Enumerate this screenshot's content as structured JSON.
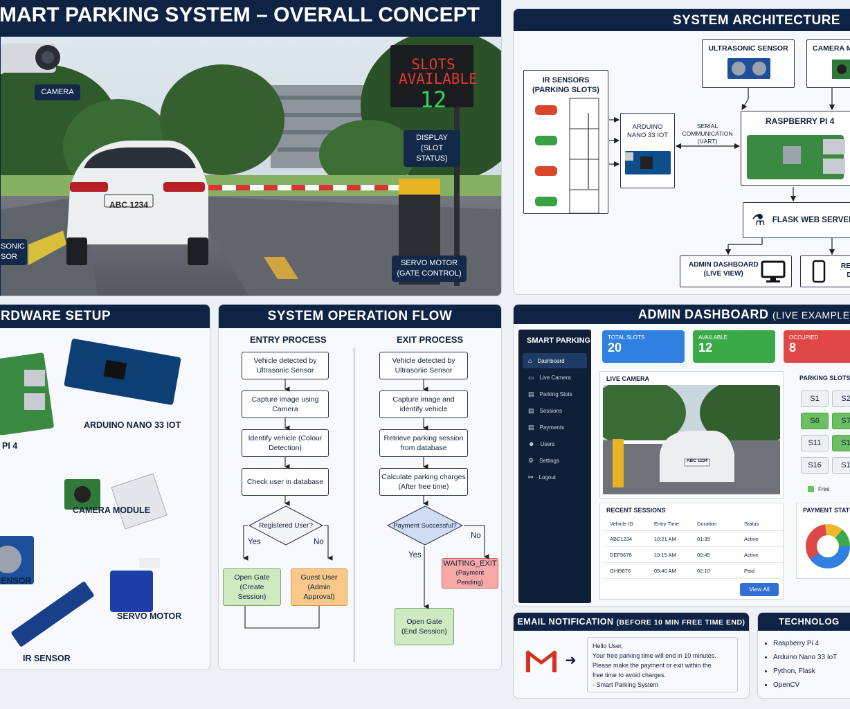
{
  "concept": {
    "title": "MART PARKING SYSTEM – OVERALL CONCEPT",
    "camera": "CAMERA",
    "display_line1": "DISPLAY",
    "display_line2": "(SLOT STATUS)",
    "sign_line1": "SLOTS",
    "sign_line2": "AVAILABLE",
    "sign_count": "12",
    "plate": "ABC 1234",
    "sensor_line1": "SONIC",
    "sensor_line2": "SOR",
    "servo_line1": "SERVO MOTOR",
    "servo_line2": "(GATE CONTROL)"
  },
  "architecture": {
    "title": "SYSTEM ARCHITECTURE",
    "ir_line1": "IR SENSORS",
    "ir_line2": "(PARKING SLOTS)",
    "ultrasonic": "ULTRASONIC SENSOR",
    "camera_mod": "CAMERA M",
    "arduino_line1": "ARDUINO",
    "arduino_line2": "NANO 33 IOT",
    "serial_line1": "SERIAL",
    "serial_line2": "COMMUNICATION",
    "serial_line3": "(UART)",
    "rpi": "RASPBERRY PI 4",
    "flask": "FLASK WEB SERVER",
    "admin_line1": "ADMIN DASHBOARD",
    "admin_line2": "(LIVE VIEW)",
    "regis_line1": "REGIS",
    "regis_line2": "DA"
  },
  "hardware": {
    "title": "RDWARE SETUP",
    "arduino": "ARDUINO NANO 33 IOT",
    "pi": "PI 4",
    "camera": "CAMERA MODULE",
    "ensor": "ENSOR",
    "servo": "SERVO MOTOR",
    "ir": "IR SENSOR"
  },
  "flow": {
    "title": "SYSTEM OPERATION FLOW",
    "entry": {
      "title": "ENTRY PROCESS",
      "steps": [
        "Vehicle detected by Ultrasonic Sensor",
        "Capture image using Camera",
        "Identify vehicle (Colour Detection)",
        "Check user in database"
      ],
      "decision": "Registered User?",
      "yes": "Yes",
      "no": "No",
      "open_line1": "Open Gate",
      "open_line2": "(Create Session)",
      "guest_line1": "Guest User",
      "guest_line2": "(Admin Approval)"
    },
    "exit": {
      "title": "EXIT PROCESS",
      "steps": [
        "Vehicle detected by Ultrasonic Sensor",
        "Capture image and identify vehicle",
        "Retrieve parking session from database",
        "Calculate parking charges (After free time)"
      ],
      "decision": "Payment Successful?",
      "yes": "Yes",
      "no": "No",
      "wait_line1": "WAITING_EXIT",
      "wait_line2": "(Payment Pending)",
      "open_line1": "Open Gate",
      "open_line2": "(End Session)"
    }
  },
  "dashboard": {
    "title": "ADMIN DASHBOARD",
    "title_suffix": "(LIVE EXAMPLE)",
    "brand": "SMART PARKING",
    "nav": [
      {
        "label": "Dashboard",
        "icon": "home-icon"
      },
      {
        "label": "Live Camera",
        "icon": "camera-icon"
      },
      {
        "label": "Parking Slots",
        "icon": "slots-icon"
      },
      {
        "label": "Sessions",
        "icon": "sessions-icon"
      },
      {
        "label": "Payments",
        "icon": "payments-icon"
      },
      {
        "label": "Users",
        "icon": "users-icon"
      },
      {
        "label": "Settings",
        "icon": "gear-icon"
      },
      {
        "label": "Logout",
        "icon": "logout-icon"
      }
    ],
    "cards": [
      {
        "label": "TOTAL SLOTS",
        "value": "20",
        "color": "#2f80e0"
      },
      {
        "label": "AVAILABLE",
        "value": "12",
        "color": "#3aaa48"
      },
      {
        "label": "OCCUPIED",
        "value": "8",
        "color": "#e04848"
      }
    ],
    "live_camera": "LIVE CAMERA",
    "cam_plate": "ABC 1234",
    "slots_title": "PARKING SLOTS",
    "slots": [
      [
        "S1",
        "S2"
      ],
      [
        "S6",
        "S7"
      ],
      [
        "S11",
        "S1"
      ],
      [
        "S16",
        "S1"
      ]
    ],
    "free_label": "Free",
    "sessions_title": "RECENT SESSIONS",
    "columns": [
      "Vehicle ID",
      "Entry Time",
      "Duration",
      "Status"
    ],
    "rows": [
      [
        "ABC1234",
        "10:21 AM",
        "01:35",
        "Active"
      ],
      [
        "DEF5678",
        "10:15 AM",
        "00:45",
        "Active"
      ],
      [
        "GHI9876",
        "09:40 AM",
        "02:10",
        "Paid"
      ]
    ],
    "view_all": "View All",
    "payment_title": "PAYMENT STATU"
  },
  "email": {
    "title": "EMAIL NOTIFICATION",
    "title_suffix": "(BEFORE 10 MIN FREE TIME END)",
    "lines": [
      "Hello User,",
      "Your free parking time will end in 10 minutes.",
      "Please make the payment or exit within the",
      "free time to avoid charges.",
      "- Smart Parking System"
    ]
  },
  "tech": {
    "title": "TECHNOLOG",
    "items": [
      "Raspberry Pi 4",
      "Arduino Nano 33 IoT",
      "Python, Flask",
      "OpenCV"
    ]
  }
}
